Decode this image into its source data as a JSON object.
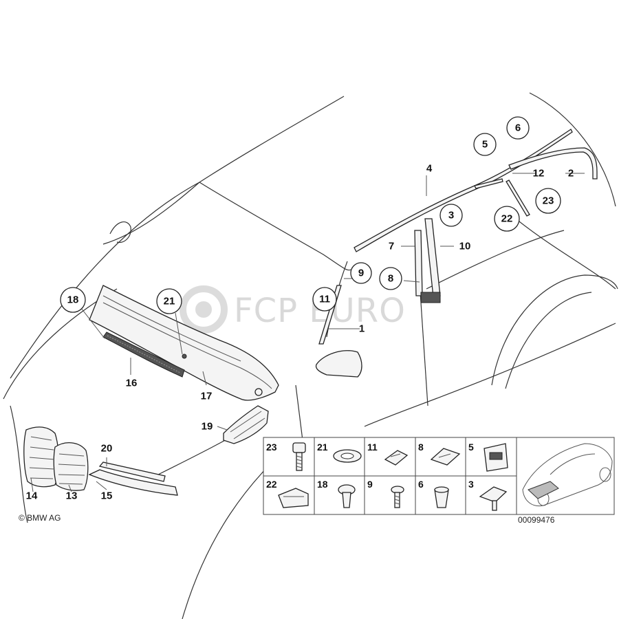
{
  "callouts": {
    "c1": "1",
    "c2": "2",
    "c3": "3",
    "c4": "4",
    "c5": "5",
    "c6": "6",
    "c7": "7",
    "c8": "8",
    "c9": "9",
    "c10": "10",
    "c11": "11",
    "c12": "12",
    "c13": "13",
    "c14": "14",
    "c15": "15",
    "c16": "16",
    "c17": "17",
    "c18": "18",
    "c19": "19",
    "c20": "20",
    "c21": "21",
    "c22": "22",
    "c23": "23"
  },
  "hardware_table": {
    "row1": [
      "23",
      "21",
      "11",
      "8",
      "5"
    ],
    "row2": [
      "22",
      "18",
      "9",
      "6",
      "3"
    ]
  },
  "watermark": {
    "brand": "FCP EURO"
  },
  "footer": {
    "copyright": "© BMW AG",
    "diagram_number": "00099476"
  }
}
